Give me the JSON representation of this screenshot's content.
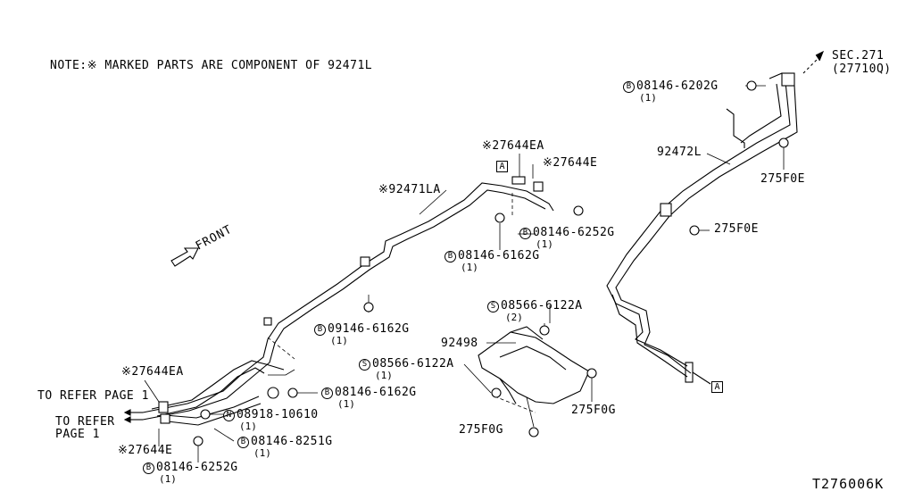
{
  "note": "NOTE:※ MARKED PARTS ARE COMPONENT OF  92471L",
  "diagram_ref": "T276006K",
  "front_label": "FRONT",
  "box_marker": "A",
  "parts": {
    "sec271": "SEC.271",
    "sec271_sub": "(27710Q)",
    "p_08146_6202G": "08146-6202G",
    "p_08146_6202G_qty": "(1)",
    "p_08146_6202G_sym": "B",
    "p_92472L": "92472L",
    "p_275F0E_top": "275F0E",
    "p_275F0E_mid": "275F0E",
    "p_27644EA_top": "※27644EA",
    "p_27644E_top": "※27644E",
    "p_92471LA": "※92471LA",
    "p_08146_6252G_top": "08146-6252G",
    "p_08146_6252G_top_qty": "(1)",
    "p_08146_6252G_top_sym": "B",
    "p_08146_6162G_a": "08146-6162G",
    "p_08146_6162G_a_qty": "(1)",
    "p_08146_6162G_a_sym": "B",
    "p_08566_6122A_a": "08566-6122A",
    "p_08566_6122A_a_qty": "(2)",
    "p_08566_6122A_a_sym": "S",
    "p_92498": "92498",
    "p_09146_6162G": "09146-6162G",
    "p_09146_6162G_qty": "(1)",
    "p_09146_6162G_sym": "B",
    "p_08566_6122A_b": "08566-6122A",
    "p_08566_6122A_b_qty": "(1)",
    "p_08566_6122A_b_sym": "S",
    "p_275F0G_right": "275F0G",
    "p_275F0G_bottom": "275F0G",
    "p_27644EA_bot": "※27644EA",
    "refer1": "TO REFER PAGE 1",
    "refer2a": "TO REFER",
    "refer2b": "PAGE 1",
    "p_08146_6162G_b": "08146-6162G",
    "p_08146_6162G_b_qty": "(1)",
    "p_08146_6162G_b_sym": "B",
    "p_08918_10610": "08918-10610",
    "p_08918_10610_qty": "(1)",
    "p_08918_10610_sym": "N",
    "p_08146_8251G": "08146-8251G",
    "p_08146_8251G_qty": "(1)",
    "p_08146_8251G_sym": "B",
    "p_27644E_bot": "※27644E",
    "p_08146_6252G_bot": "08146-6252G",
    "p_08146_6252G_bot_qty": "(1)",
    "p_08146_6252G_bot_sym": "B"
  }
}
